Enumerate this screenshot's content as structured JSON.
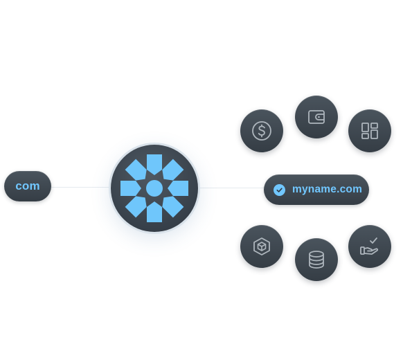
{
  "left_pill": {
    "label": "com"
  },
  "domain_pill": {
    "label": "myname.com",
    "icon": "check-circle-icon"
  },
  "hub": {
    "icon": "blue-flower-logo"
  },
  "nodes": [
    {
      "icon": "dollar-icon"
    },
    {
      "icon": "wallet-icon"
    },
    {
      "icon": "grid-icon"
    },
    {
      "icon": "cube-icon"
    },
    {
      "icon": "database-icon"
    },
    {
      "icon": "hand-check-icon"
    }
  ],
  "colors": {
    "accent": "#71c7ff",
    "dark": "#3d464f",
    "icon_stroke": "#aeb6bd"
  }
}
